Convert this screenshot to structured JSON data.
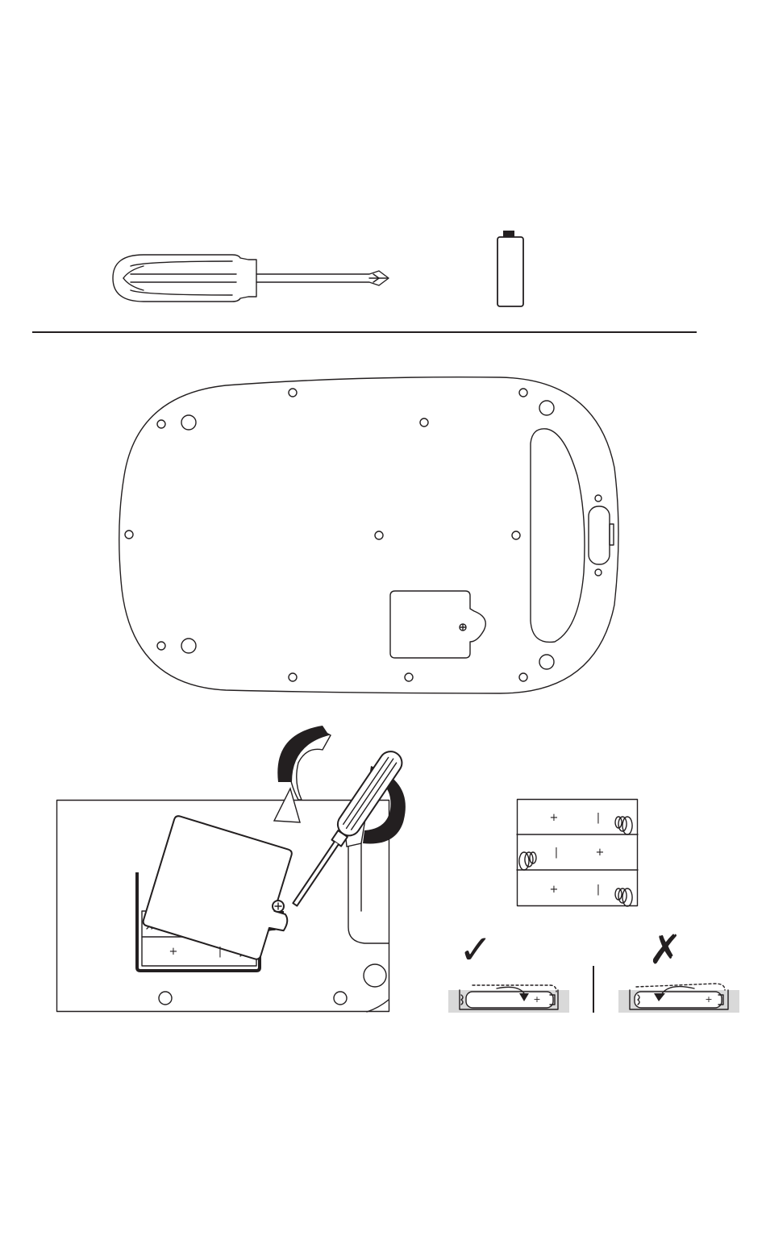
{
  "tools": {
    "screwdriver_icon": "phillips-screwdriver",
    "battery_icon": "aa-battery"
  },
  "battery_holder": {
    "rows": [
      {
        "plus": "+",
        "minus": "|",
        "spring_side": "right"
      },
      {
        "plus": "+",
        "minus": "|",
        "spring_side": "left"
      },
      {
        "plus": "+",
        "minus": "|",
        "spring_side": "right"
      }
    ]
  },
  "compartment_inset": {
    "plus": "+",
    "minus": "|"
  },
  "insertion_guide": {
    "correct_mark": "✓",
    "wrong_mark": "✗",
    "correct_plus": "+",
    "wrong_plus": "+"
  },
  "colors": {
    "line": "#231f20",
    "tray_gray": "#d9d9d9",
    "background": "#ffffff"
  }
}
